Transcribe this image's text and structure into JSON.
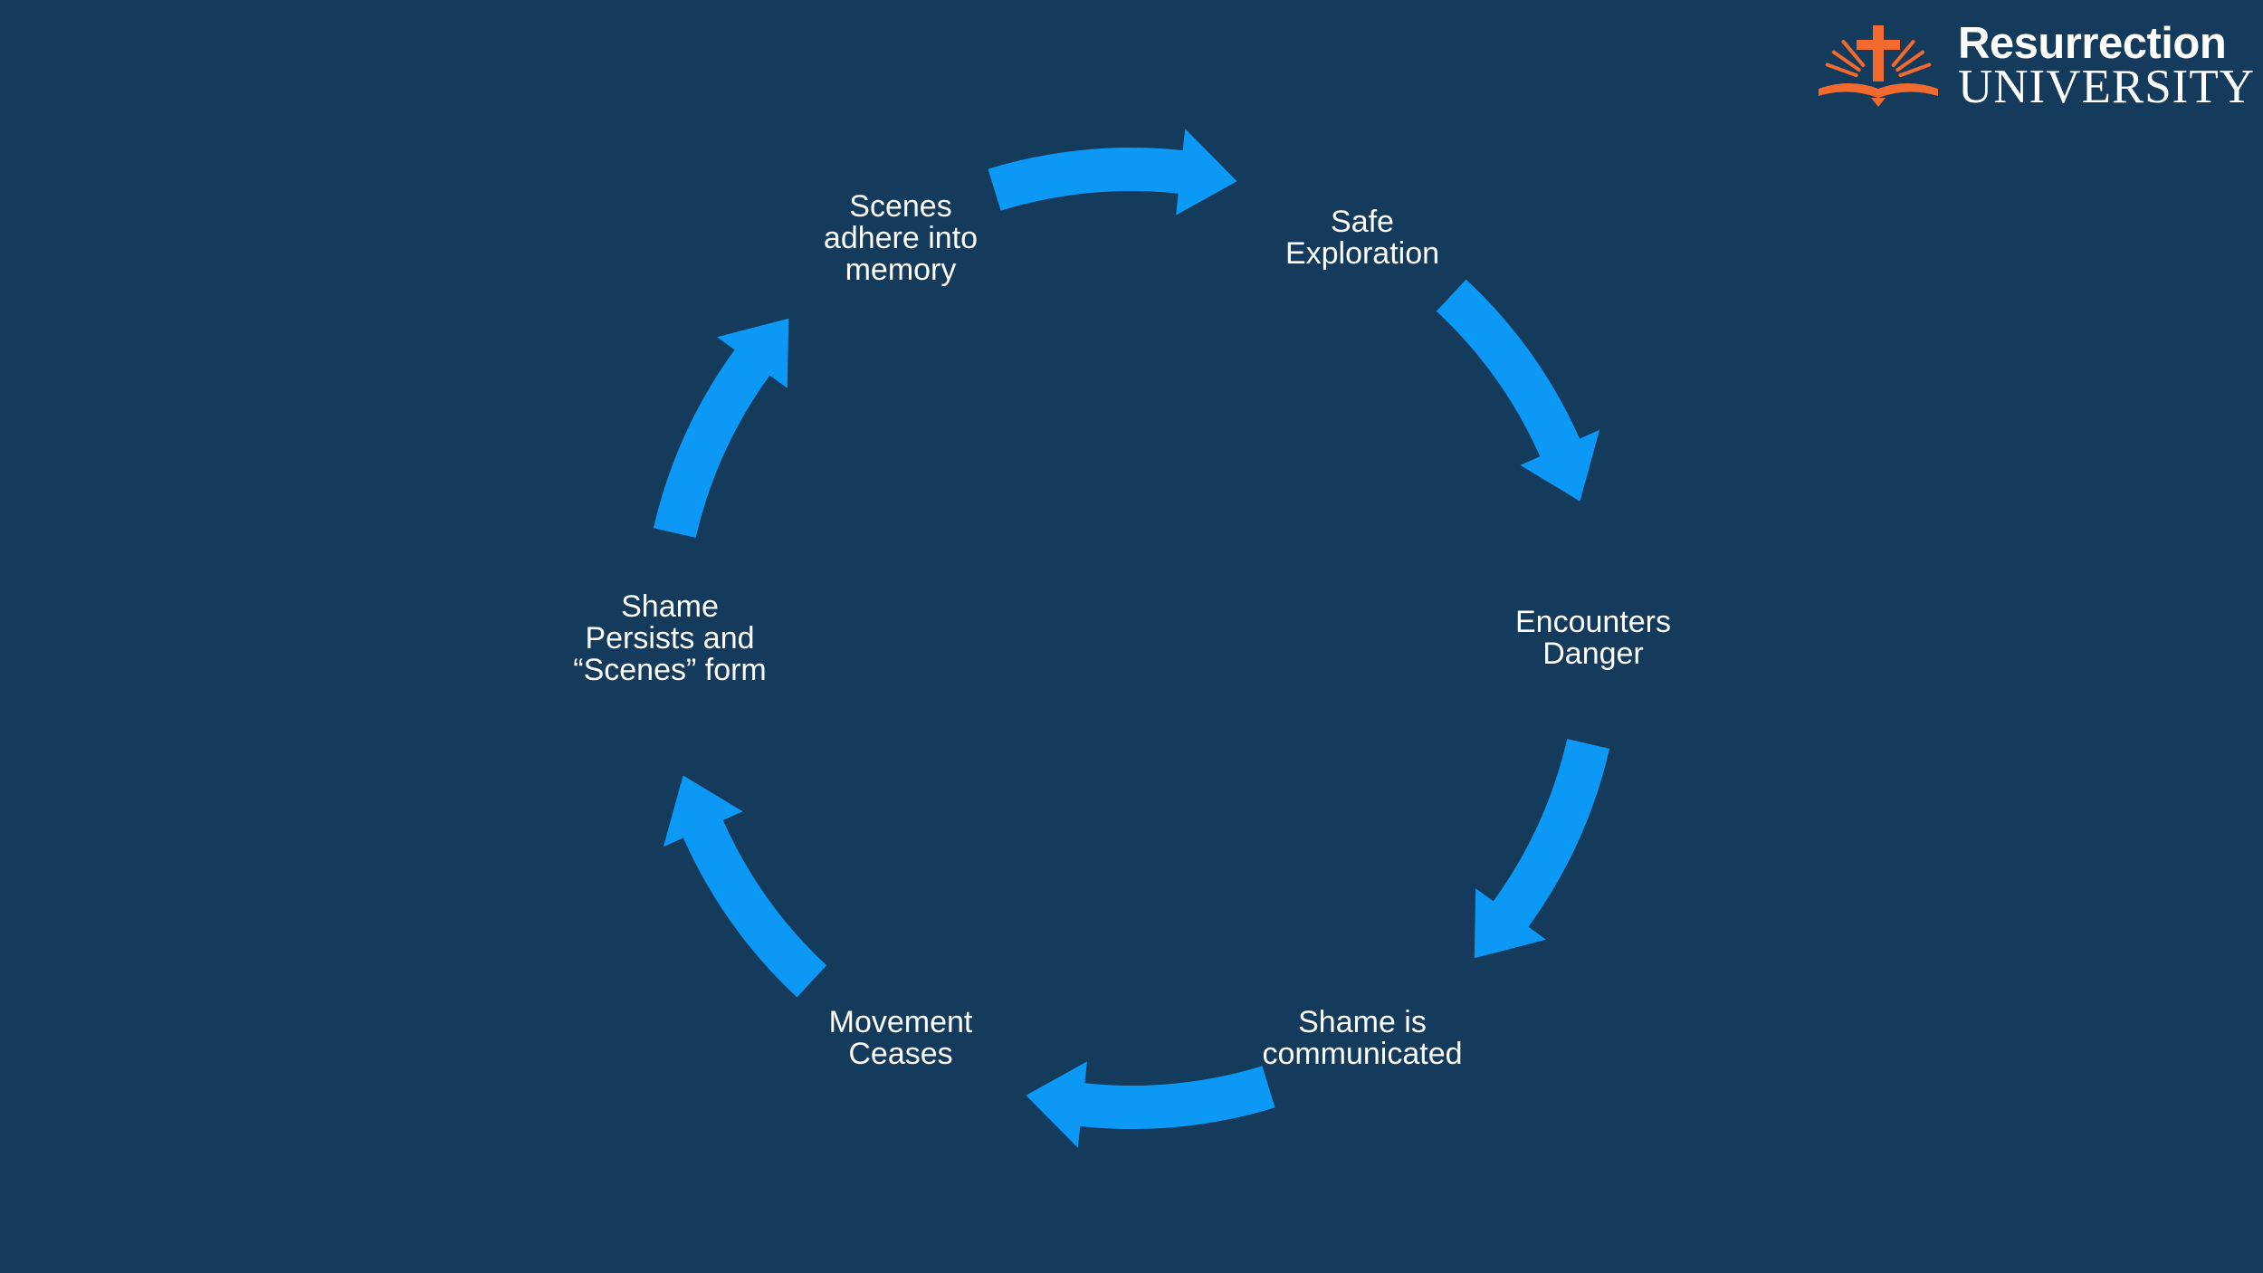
{
  "logo": {
    "line1": "Resurrection",
    "line2": "UNIVERSITY",
    "accent_color": "#f26a2e"
  },
  "cycle": {
    "arrow_color": "#0c99f5",
    "background_color": "#143a5c",
    "nodes": [
      {
        "lines": [
          "Safe",
          "Exploration"
        ]
      },
      {
        "lines": [
          "Encounters",
          "Danger"
        ]
      },
      {
        "lines": [
          "Shame is",
          "communicated"
        ]
      },
      {
        "lines": [
          "Movement",
          "Ceases"
        ]
      },
      {
        "lines": [
          "Shame",
          "Persists and",
          "“Scenes” form"
        ]
      },
      {
        "lines": [
          "Scenes",
          "adhere into",
          "memory"
        ]
      }
    ]
  }
}
